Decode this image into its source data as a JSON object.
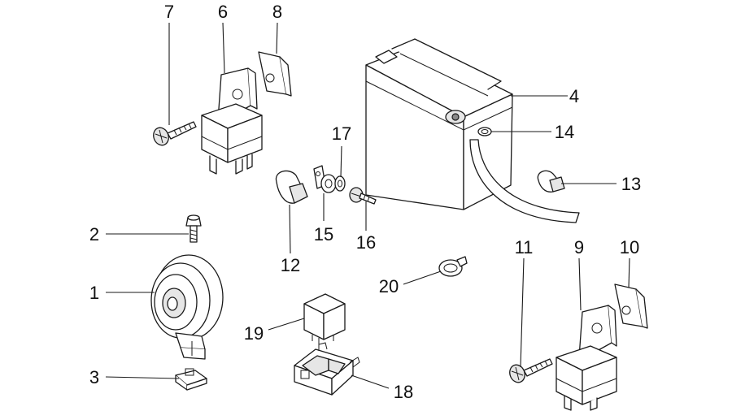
{
  "callouts": [
    {
      "id": "1",
      "label": "1"
    },
    {
      "id": "2",
      "label": "2"
    },
    {
      "id": "3",
      "label": "3"
    },
    {
      "id": "4",
      "label": "4"
    },
    {
      "id": "6",
      "label": "6"
    },
    {
      "id": "7",
      "label": "7"
    },
    {
      "id": "8",
      "label": "8"
    },
    {
      "id": "9",
      "label": "9"
    },
    {
      "id": "10",
      "label": "10"
    },
    {
      "id": "11",
      "label": "11"
    },
    {
      "id": "12",
      "label": "12"
    },
    {
      "id": "13",
      "label": "13"
    },
    {
      "id": "14",
      "label": "14"
    },
    {
      "id": "15",
      "label": "15"
    },
    {
      "id": "16",
      "label": "16"
    },
    {
      "id": "17",
      "label": "17"
    },
    {
      "id": "18",
      "label": "18"
    },
    {
      "id": "19",
      "label": "19"
    },
    {
      "id": "20",
      "label": "20"
    }
  ],
  "colors": {
    "line": "#1a1a1a",
    "background": "#ffffff",
    "shade": "#e6e6e6"
  }
}
